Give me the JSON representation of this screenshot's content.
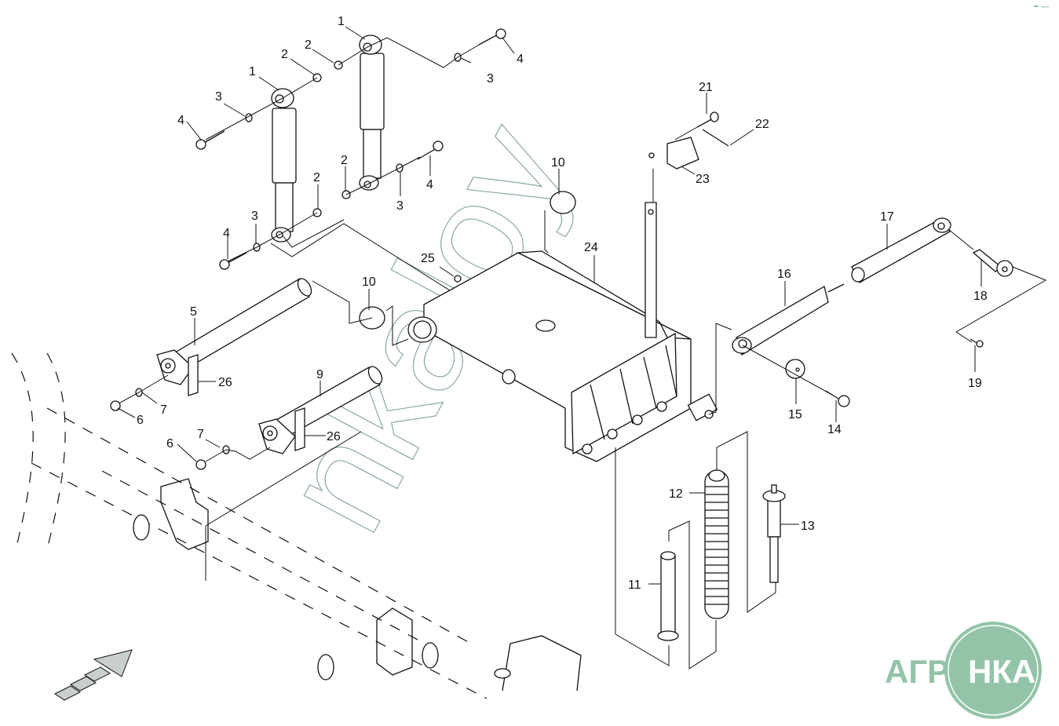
{
  "diagram": {
    "type": "exploded-parts-view",
    "watermark": "nkaloy",
    "callouts": {
      "c1a": "1",
      "c1b": "1",
      "c2a": "2",
      "c2b": "2",
      "c2c": "2",
      "c2d": "2",
      "c3a": "3",
      "c3b": "3",
      "c3c": "3",
      "c3d": "3",
      "c4a": "4",
      "c4b": "4",
      "c4c": "4",
      "c4d": "4",
      "c5": "5",
      "c6a": "6",
      "c6b": "6",
      "c7a": "7",
      "c7b": "7",
      "c9": "9",
      "c10a": "10",
      "c10b": "10",
      "c11": "11",
      "c12": "12",
      "c13": "13",
      "c14": "14",
      "c15": "15",
      "c16": "16",
      "c17": "17",
      "c18": "18",
      "c19": "19",
      "c21": "21",
      "c22": "22",
      "c23": "23",
      "c24": "24",
      "c25": "25",
      "c26a": "26",
      "c26b": "26"
    }
  },
  "logo": {
    "text_left": "АГРО",
    "text_right": "НКА",
    "color": "#93c4a8"
  },
  "colors": {
    "line": "#111111",
    "watermark": "#8aa79a",
    "arrow_fill": "#c9cfcc"
  }
}
